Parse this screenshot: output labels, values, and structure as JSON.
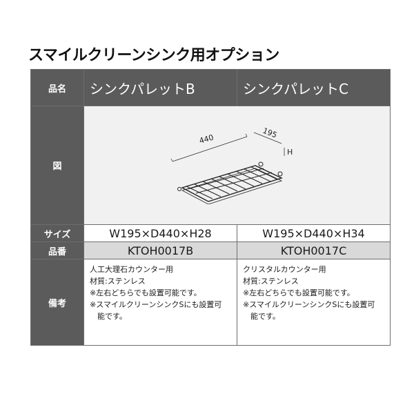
{
  "title": "スマイルクリーンシンク用オプション",
  "table": {
    "label_name": "品名",
    "label_figure": "図",
    "label_size": "サイズ",
    "label_part": "品番",
    "label_notes": "備考",
    "products": [
      {
        "name": "シンクパレットB",
        "size": "W195×D440×H28",
        "part": "KTOH0017B",
        "notes": [
          "人工大理石カウンター用",
          "材質:ステンレス",
          "※左右どちらでも設置可能です。",
          "※スマイルクリーンシンクSにも設置可",
          "能です。"
        ]
      },
      {
        "name": "シンクパレットC",
        "size": "W195×D440×H34",
        "part": "KTOH0017C",
        "notes": [
          "クリスタルカウンター用",
          "材質:ステンレス",
          "※左右どちらでも設置可能です。",
          "※スマイルクリーンシンクSにも設置可",
          "能です。"
        ]
      }
    ]
  },
  "figure": {
    "dim_length": "440",
    "dim_width": "195",
    "dim_height": "H"
  }
}
